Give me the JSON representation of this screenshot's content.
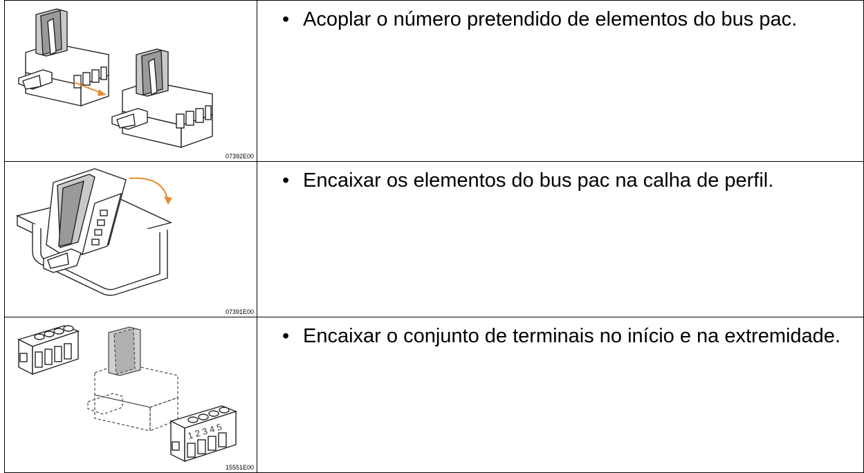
{
  "rows": [
    {
      "figure_icon": "bus-pac-elements-coupling-illustration",
      "figure_code": "07392E00",
      "text": "Acoplar o número pretendido de elementos do bus pac."
    },
    {
      "figure_icon": "bus-pac-rail-mounting-illustration",
      "figure_code": "07391E00",
      "text": "Encaixar os elementos do bus pac na calha de perfil."
    },
    {
      "figure_icon": "terminal-block-fitting-illustration",
      "figure_code": "15551E00",
      "text": "Encaixar o conjunto de terminais no início e na extremidade."
    }
  ],
  "bullet_symbol": "•",
  "terminal_numbers": "1 2 3 4 5",
  "accent_color": "#e8892e"
}
